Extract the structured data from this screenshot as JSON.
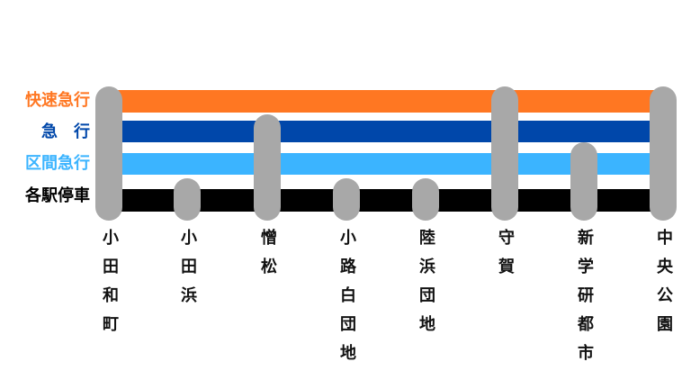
{
  "services": [
    {
      "label": "快速急行",
      "color": "#ff7722"
    },
    {
      "label": "急　行",
      "color": "#0047aa"
    },
    {
      "label": "区間急行",
      "color": "#3bb4ff"
    },
    {
      "label": "各駅停車",
      "color": "#000000"
    }
  ],
  "stations": [
    {
      "name": "小田和町",
      "stops": [
        "快速急行",
        "急行",
        "区間急行",
        "各駅停車"
      ]
    },
    {
      "name": "小田浜",
      "stops": [
        "各駅停車"
      ]
    },
    {
      "name": "憎松",
      "stops": [
        "急行",
        "区間急行",
        "各駅停車"
      ]
    },
    {
      "name": "小路白団地",
      "stops": [
        "各駅停車"
      ]
    },
    {
      "name": "陸浜団地",
      "stops": [
        "各駅停車"
      ]
    },
    {
      "name": "守賀",
      "stops": [
        "快速急行",
        "急行",
        "区間急行",
        "各駅停車"
      ]
    },
    {
      "name": "新学研都市",
      "stops": [
        "区間急行",
        "各駅停車"
      ]
    },
    {
      "name": "中央公園",
      "stops": [
        "快速急行",
        "急行",
        "区間急行",
        "各駅停車"
      ]
    }
  ]
}
